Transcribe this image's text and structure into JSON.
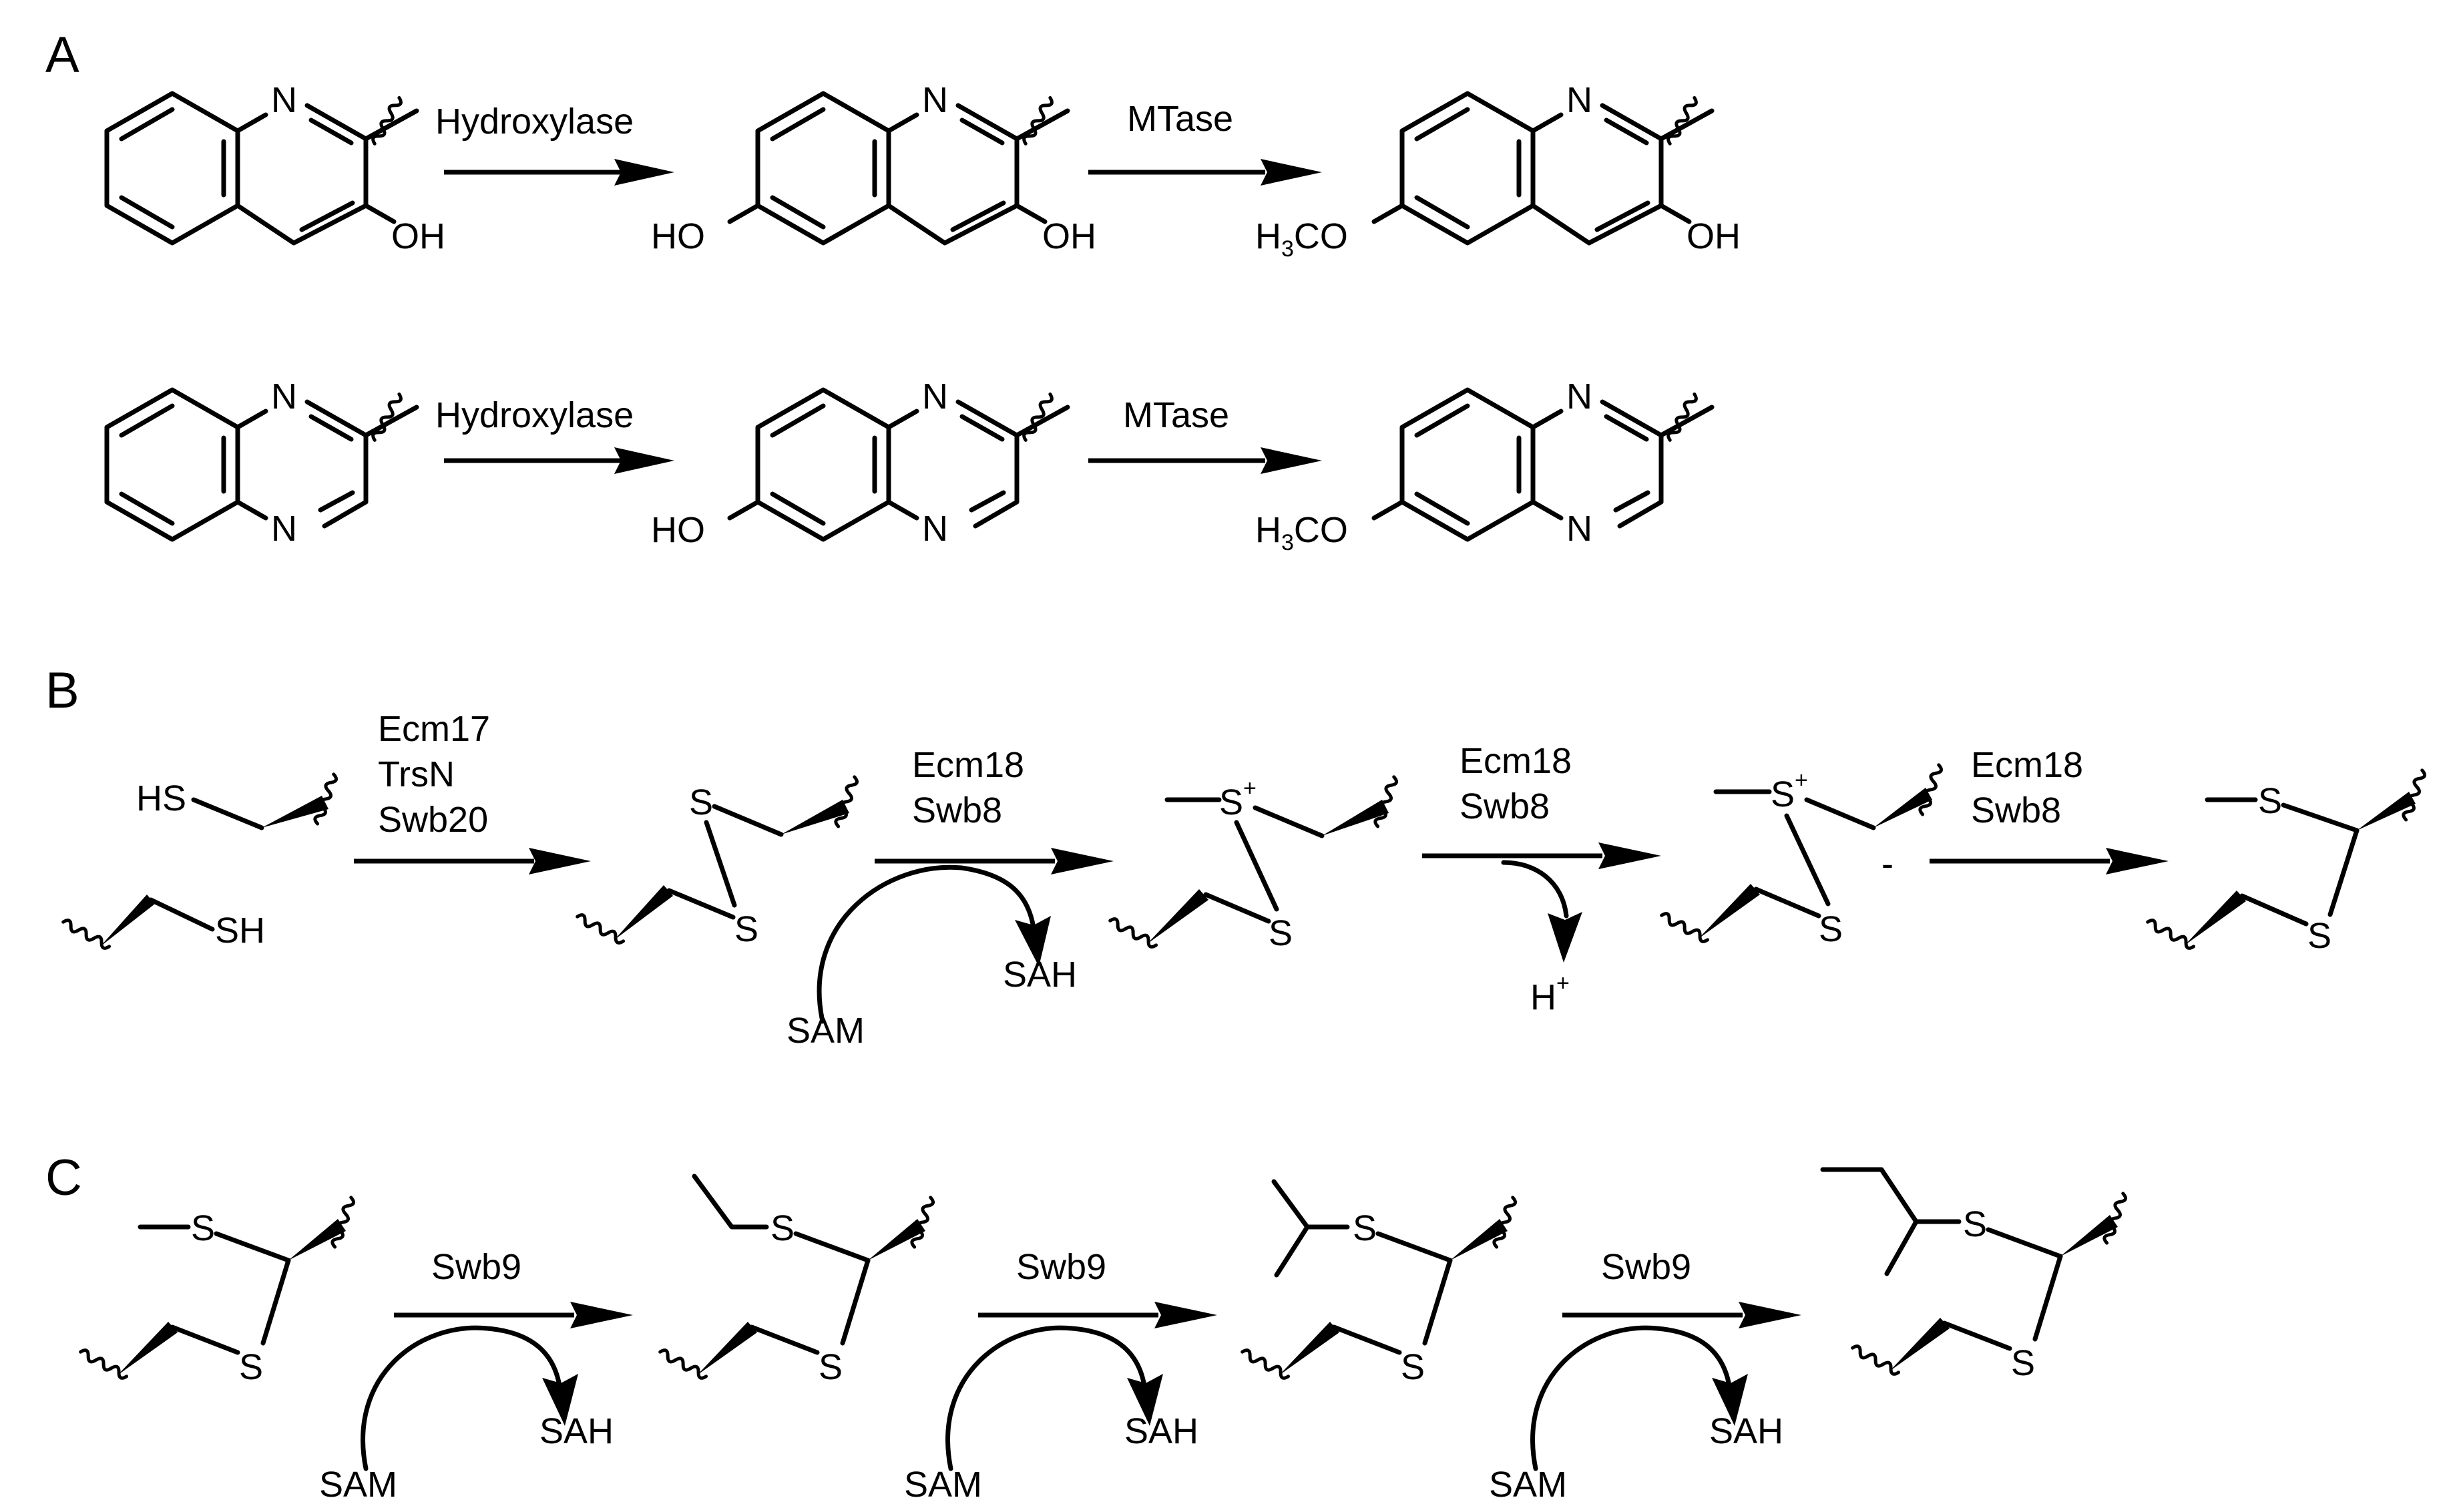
{
  "panels": {
    "A": {
      "letter": "A",
      "row1": {
        "step1": "Hydroxylase",
        "step2": "MTase"
      },
      "row2": {
        "step1": "Hydroxylase",
        "step2": "MTase"
      },
      "atoms": {
        "N": "N",
        "OH": "OH",
        "HO": "HO",
        "H3": "H",
        "three": "3",
        "CO": "CO"
      }
    },
    "B": {
      "letter": "B",
      "step1": [
        "Ecm17",
        "TrsN",
        "Swb20"
      ],
      "step2": [
        "Ecm18",
        "Swb8"
      ],
      "step3": [
        "Ecm18",
        "Swb8"
      ],
      "step4": [
        "Ecm18",
        "Swb8"
      ],
      "cofactors": {
        "sam": "SAM",
        "sah": "SAH",
        "h": "H",
        "plus": "+",
        "minus": "-"
      },
      "atoms": {
        "HS": "HS",
        "SH": "SH",
        "S": "S"
      }
    },
    "C": {
      "letter": "C",
      "enzyme": "Swb9",
      "cofactors": {
        "sam": "SAM",
        "sah": "SAH"
      },
      "atoms": {
        "S": "S"
      }
    }
  }
}
